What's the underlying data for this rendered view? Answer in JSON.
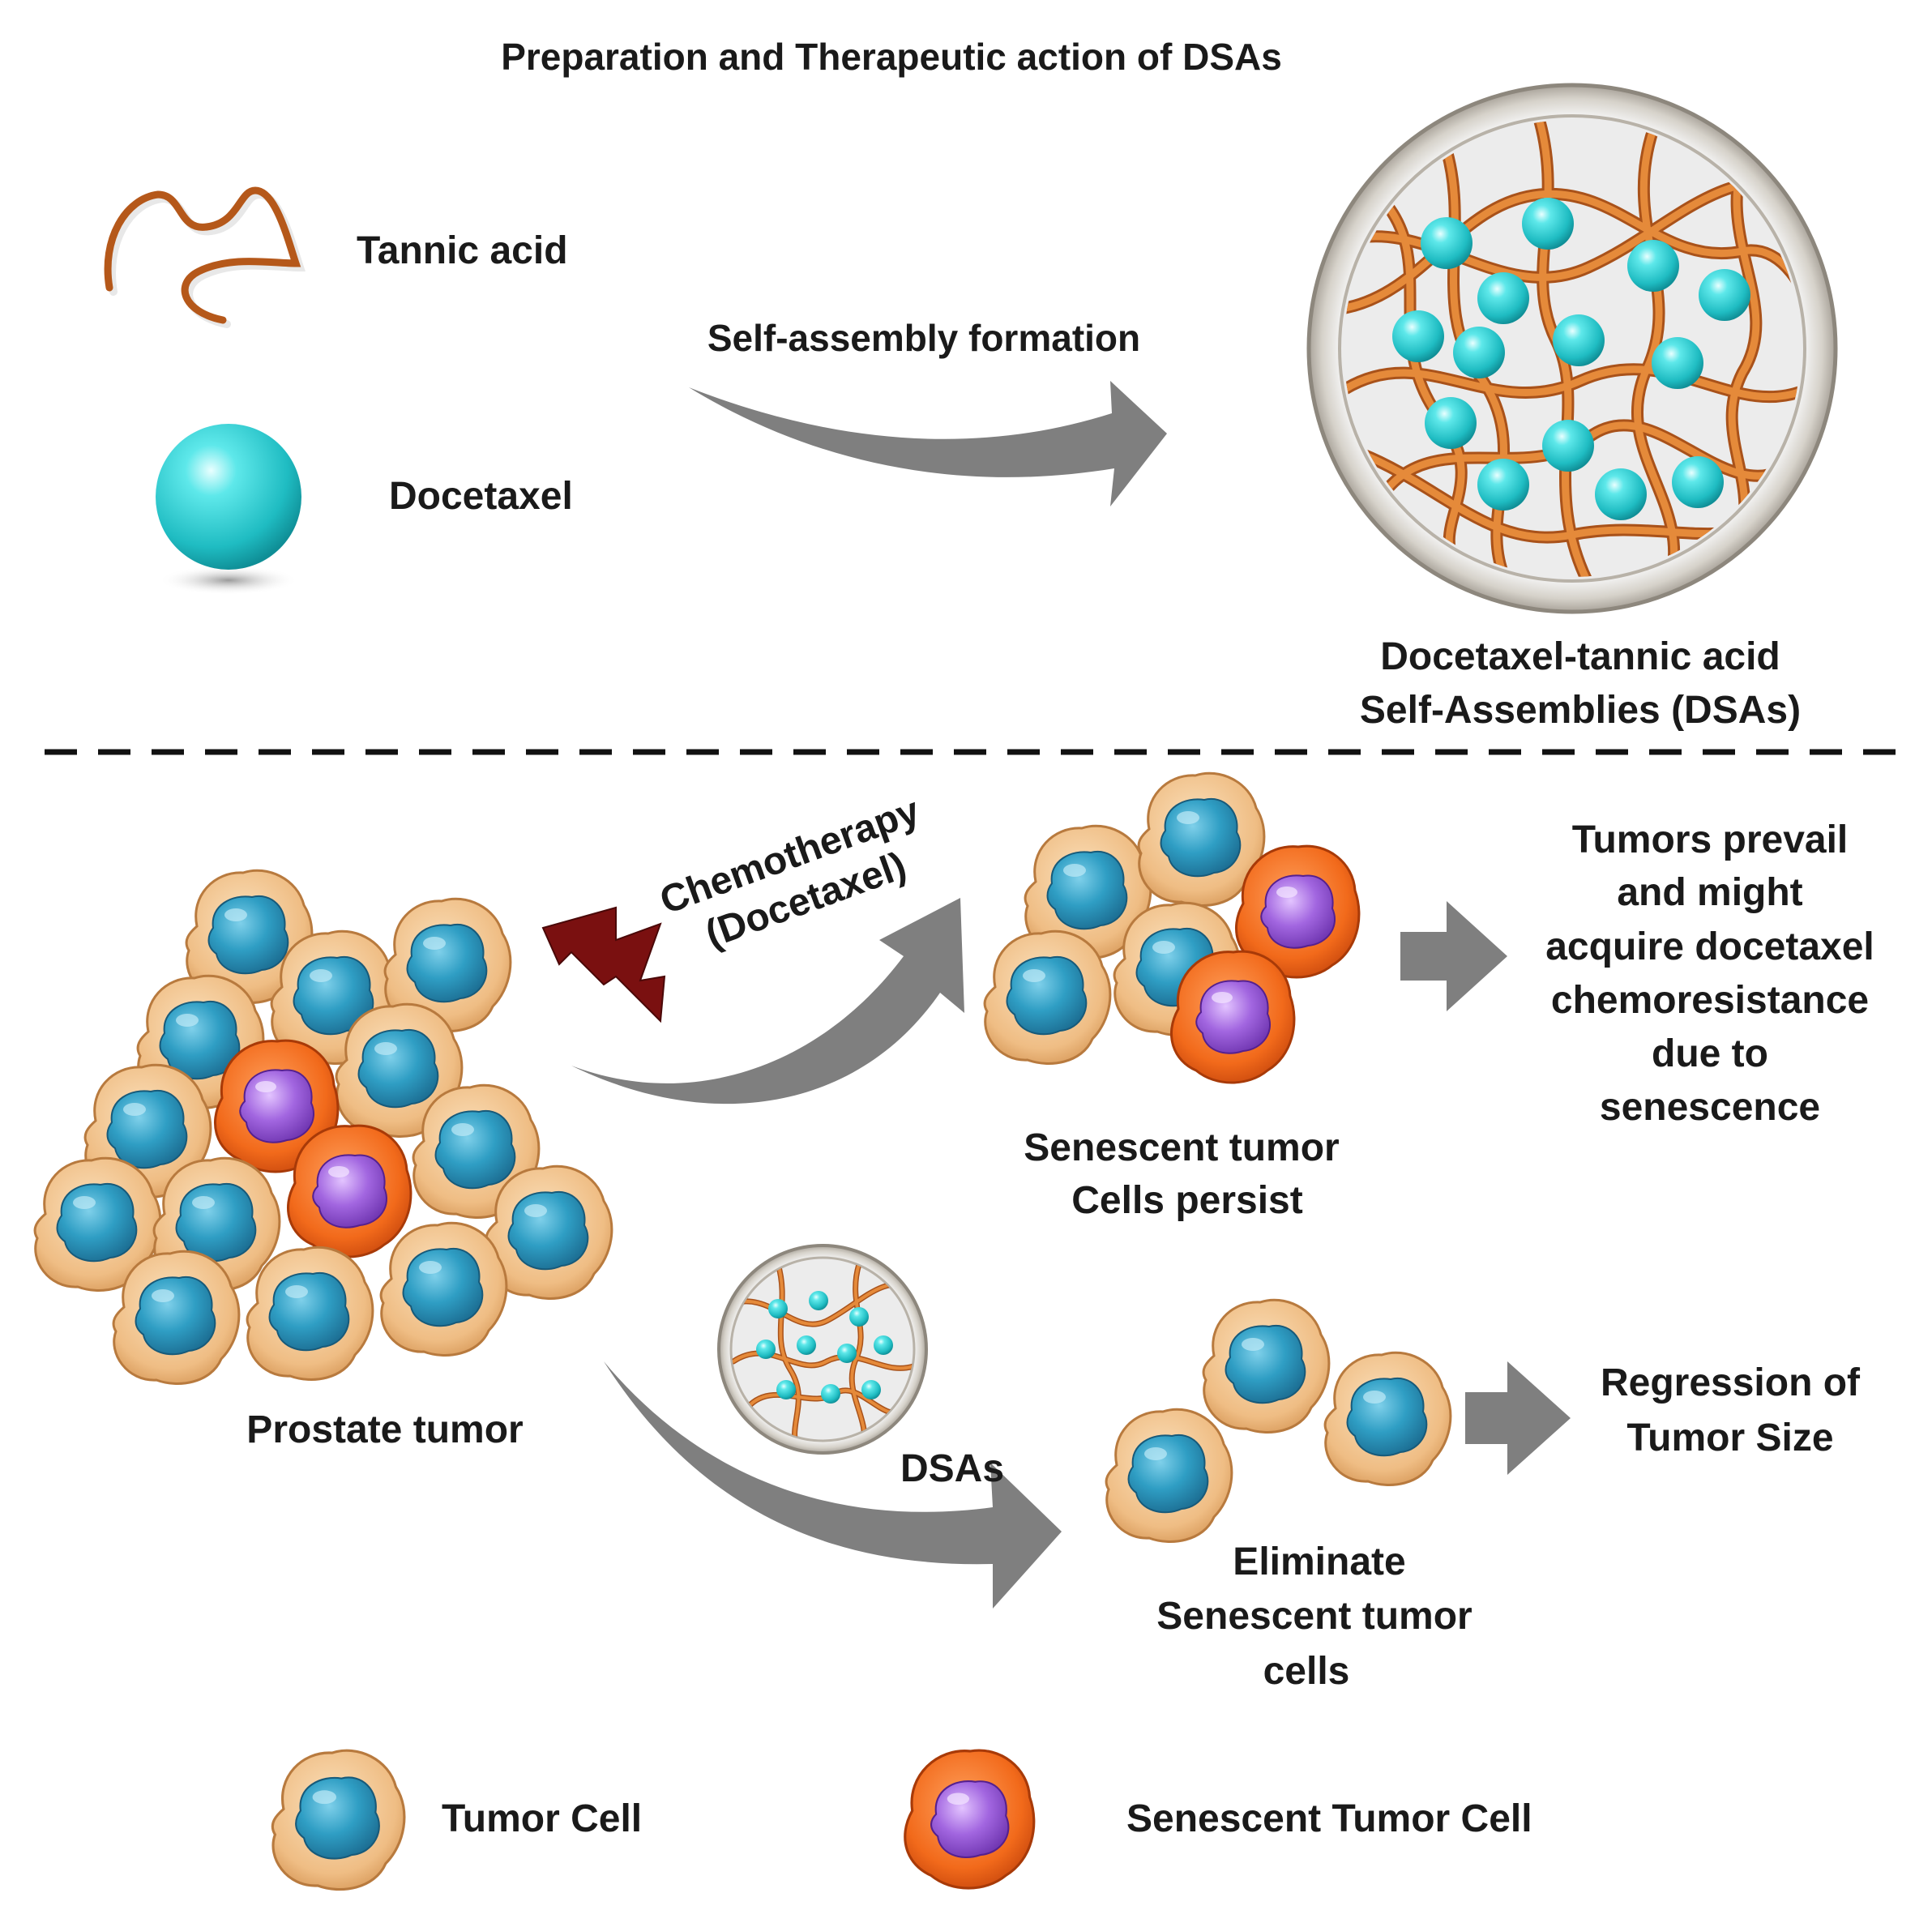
{
  "title": "Preparation and Therapeutic action of DSAs",
  "legend_top": {
    "tannic_acid": "Tannic acid",
    "docetaxel": "Docetaxel"
  },
  "self_assembly": {
    "arrow_label": "Self-assembly formation",
    "product_line1": "Docetaxel-tannic acid",
    "product_line2": "Self-Assemblies (DSAs)"
  },
  "chemo": {
    "label_line1": "Chemotherapy",
    "label_line2": "(Docetaxel)"
  },
  "tumor_label": "Prostate tumor",
  "senescent_result": {
    "line1": "Senescent tumor",
    "line2": "Cells persist"
  },
  "outcome_chemo": {
    "lines": [
      "Tumors prevail",
      "and might",
      "acquire docetaxel",
      "chemoresistance",
      "due to",
      "senescence"
    ]
  },
  "dsa_treatment": {
    "label": "DSAs"
  },
  "eliminate_result": {
    "line1": "Eliminate",
    "line2": "Senescent tumor",
    "line3": "cells"
  },
  "outcome_dsa": {
    "line1": "Regression of",
    "line2": "Tumor Size"
  },
  "legend_bottom": {
    "tumor_cell": "Tumor Cell",
    "senescent_cell": "Senescent Tumor Cell"
  },
  "colors": {
    "tannic": "#c8691f",
    "docetaxel": "#2fd5d5",
    "cell_body": "#f2c48c",
    "cell_nucleus": "#2d9bc1",
    "senescent_body": "#f26a1b",
    "senescent_nucleus": "#9b5ad8",
    "arrow": "#808080",
    "lightning": "#7a1010"
  }
}
